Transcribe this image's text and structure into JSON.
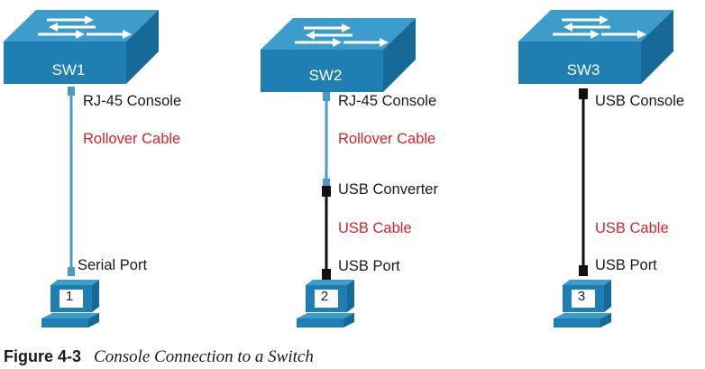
{
  "switches": [
    {
      "name": "SW1"
    },
    {
      "name": "SW2"
    },
    {
      "name": "SW3"
    }
  ],
  "pcs": [
    {
      "number": "1"
    },
    {
      "number": "2"
    },
    {
      "number": "3"
    }
  ],
  "labels": {
    "sw1_port": "RJ-45 Console",
    "sw1_cable": "Rollover Cable",
    "pc1_port": "Serial Port",
    "sw2_port": "RJ-45 Console",
    "sw2_cable": "Rollover Cable",
    "sw2_converter": "USB Converter",
    "sw2_usb_cable": "USB Cable",
    "pc2_port": "USB Port",
    "sw3_port": "USB Console",
    "sw3_cable": "USB Cable",
    "pc3_port": "USB Port"
  },
  "caption": {
    "number": "Figure 4-3",
    "title": "Console Connection to a Switch"
  },
  "colors": {
    "switch_top": "#2d8fc0",
    "switch_front": "#1f77a8",
    "rollover_cable": "#4b9ac3",
    "usb_cable": "#111111",
    "cable_label": "#d9242b",
    "pc_body": "#1f77a8"
  }
}
